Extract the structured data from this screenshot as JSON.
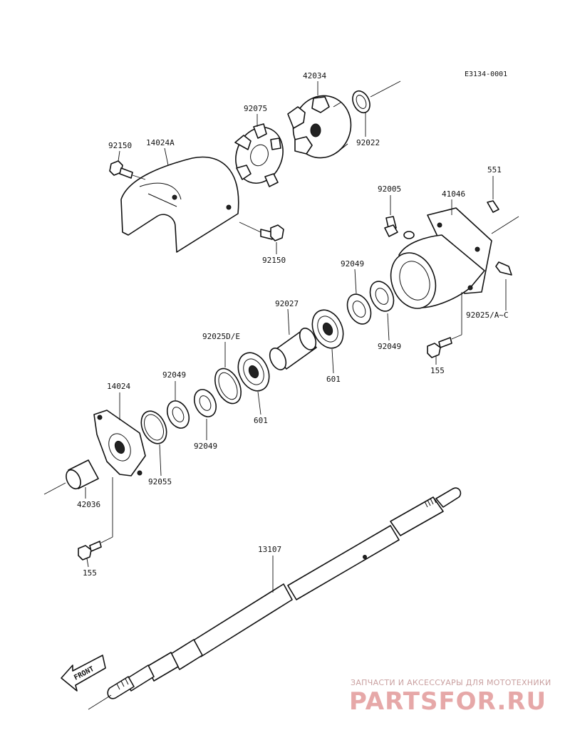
{
  "diagram": {
    "code": "E3134-0001",
    "front_label": "FRONT",
    "labels": {
      "p42034": "42034",
      "p92075": "92075",
      "p92022": "92022",
      "p92150a": "92150",
      "p14024A": "14024A",
      "p92150b": "92150",
      "p92005": "92005",
      "p41046": "41046",
      "p551": "551",
      "p92049a": "92049",
      "p92027": "92027",
      "p92025AC": "92025/A~C",
      "p92049b": "92049",
      "p155a": "155",
      "p92025DE": "92025D/E",
      "p601a": "601",
      "p14024": "14024",
      "p92049c": "92049",
      "p601b": "601",
      "p92049d": "92049",
      "p92055": "92055",
      "p42036": "42036",
      "p155b": "155",
      "p13107": "13107"
    }
  },
  "watermark": {
    "top_text": "ЗАПЧАСТИ И АКСЕССУАРЫ ДЛЯ МОТОТЕХНИКИ",
    "logo_text": "PARTSFOR.RU",
    "color": "#e6a8a8"
  }
}
